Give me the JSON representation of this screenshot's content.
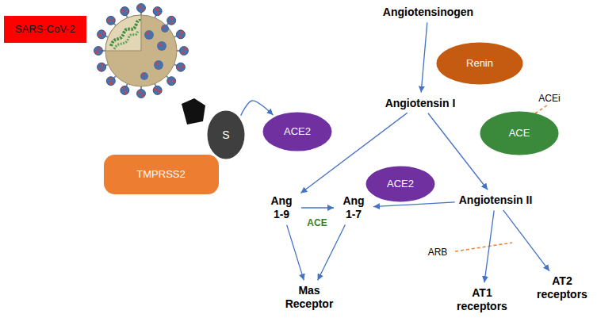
{
  "diagram": {
    "nodes": [
      {
        "text": [
          "SARS-CoV-2"
        ]
      },
      {
        "text": [
          "Angiotensinogen"
        ]
      },
      {
        "text": [
          "S"
        ]
      },
      {
        "text": [
          "ACE2"
        ]
      },
      {
        "text": [
          "Renin"
        ]
      },
      {
        "text": [
          "Angiotensin I"
        ]
      },
      {
        "text": [
          "ACE"
        ]
      },
      {
        "text": [
          "TMPRSS2"
        ]
      },
      {
        "text": [
          "ACE2"
        ]
      },
      {
        "text": [
          "Ang 1-9"
        ]
      },
      {
        "text": [
          "Ang 1-7"
        ]
      },
      {
        "text": [
          "Angiotensin II"
        ]
      },
      {
        "text": [
          "Mas Receptor"
        ]
      },
      {
        "text": [
          "AT1 receptors"
        ]
      },
      {
        "text": [
          "AT2 receptors"
        ]
      }
    ],
    "edges": [
      {
        "from": 2,
        "to": 3,
        "arrow": "to"
      },
      {
        "from": 1,
        "to": 5,
        "arrow": "to"
      },
      {
        "from": 5,
        "to": 9,
        "arrow": "to"
      },
      {
        "from": 5,
        "to": 11,
        "arrow": "to"
      },
      {
        "from": 9,
        "to": 10,
        "arrow": "to"
      },
      {
        "from": 11,
        "to": 10,
        "arrow": "to"
      },
      {
        "from": 9,
        "to": 12,
        "arrow": "to"
      },
      {
        "from": 10,
        "to": 12,
        "arrow": "to"
      },
      {
        "from": 11,
        "to": 13,
        "arrow": "to"
      },
      {
        "from": 11,
        "to": 14,
        "arrow": "to"
      }
    ],
    "labels": [
      "ACEi",
      "ACE",
      "ARB"
    ]
  }
}
